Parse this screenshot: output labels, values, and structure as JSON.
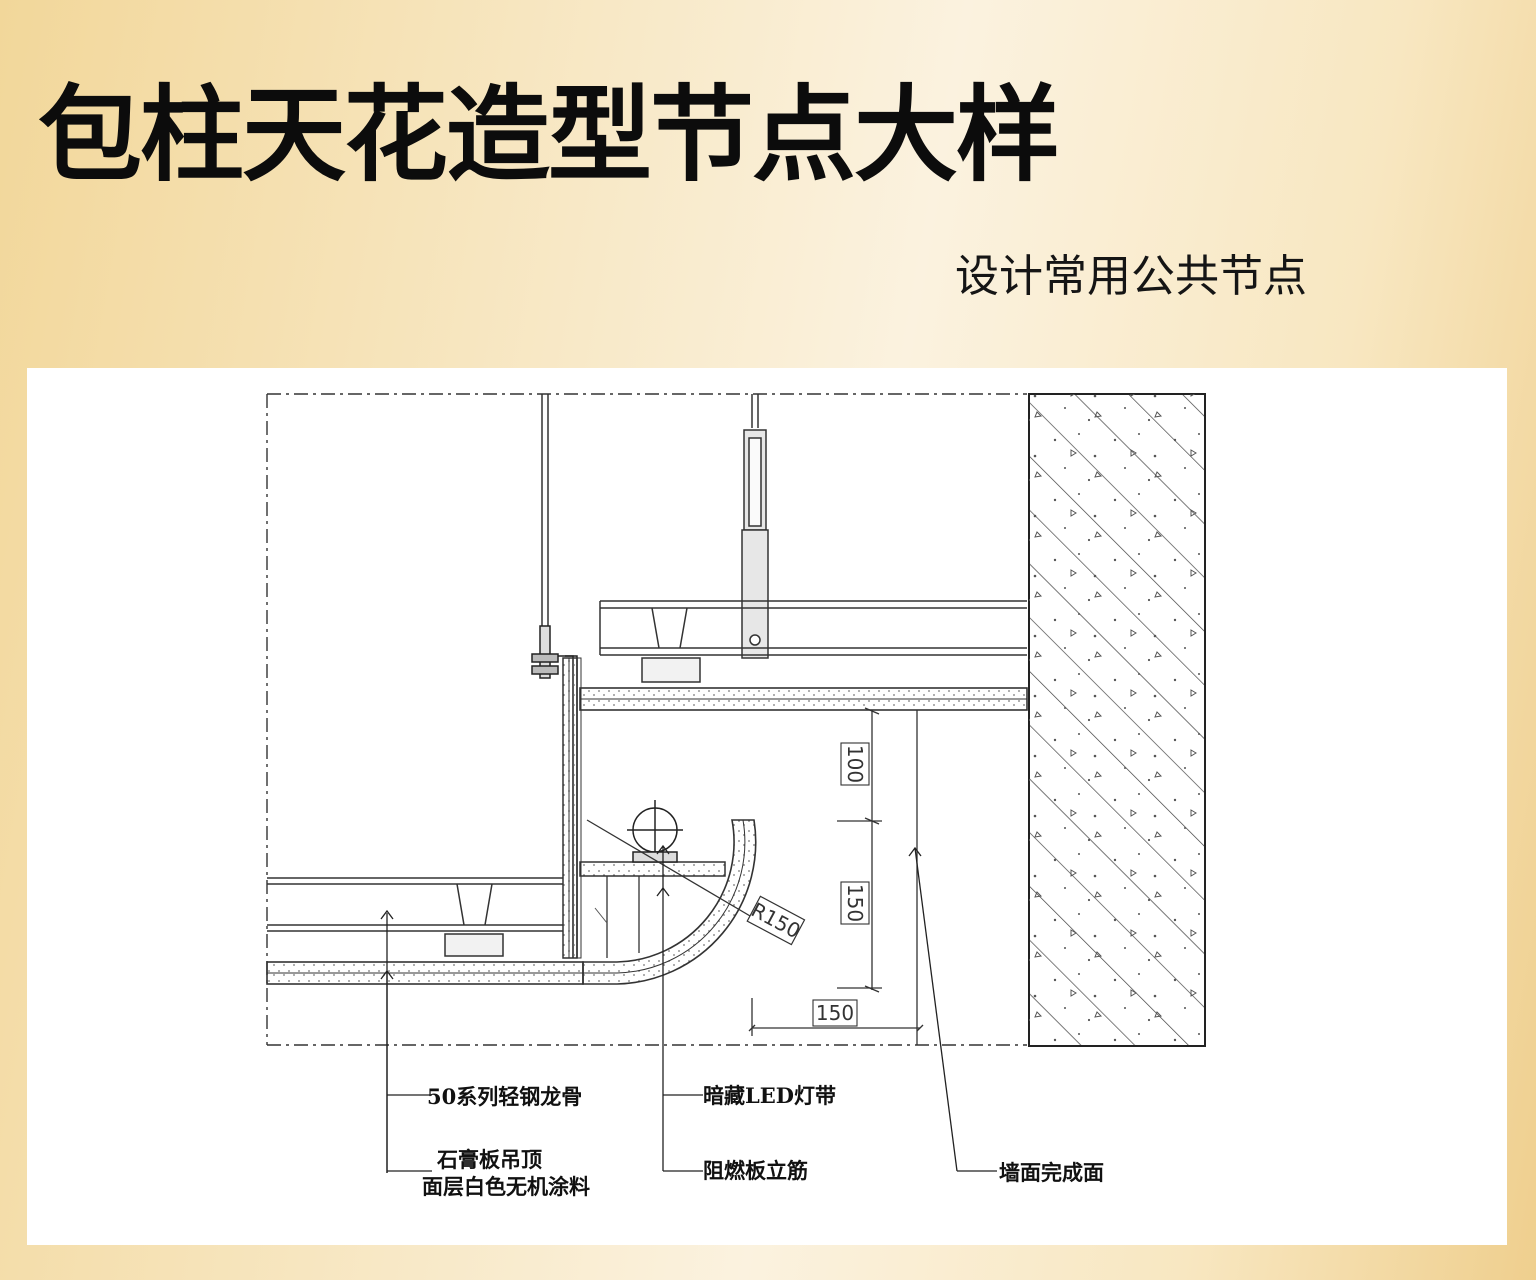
{
  "title": "包柱天花造型节点大样",
  "subtitle": "设计常用公共节点",
  "diagram": {
    "labels": {
      "keel": "50系列轻钢龙骨",
      "gypsum_line1": "石膏板吊顶",
      "gypsum_line2": "面层白色无机涂料",
      "led": "暗藏LED灯带",
      "fire_board": "阻燃板立筋",
      "wall_finish": "墙面完成面"
    },
    "dimensions": {
      "vertical_top": "100",
      "vertical_bottom": "150",
      "horizontal": "150",
      "radius": "R150"
    }
  }
}
